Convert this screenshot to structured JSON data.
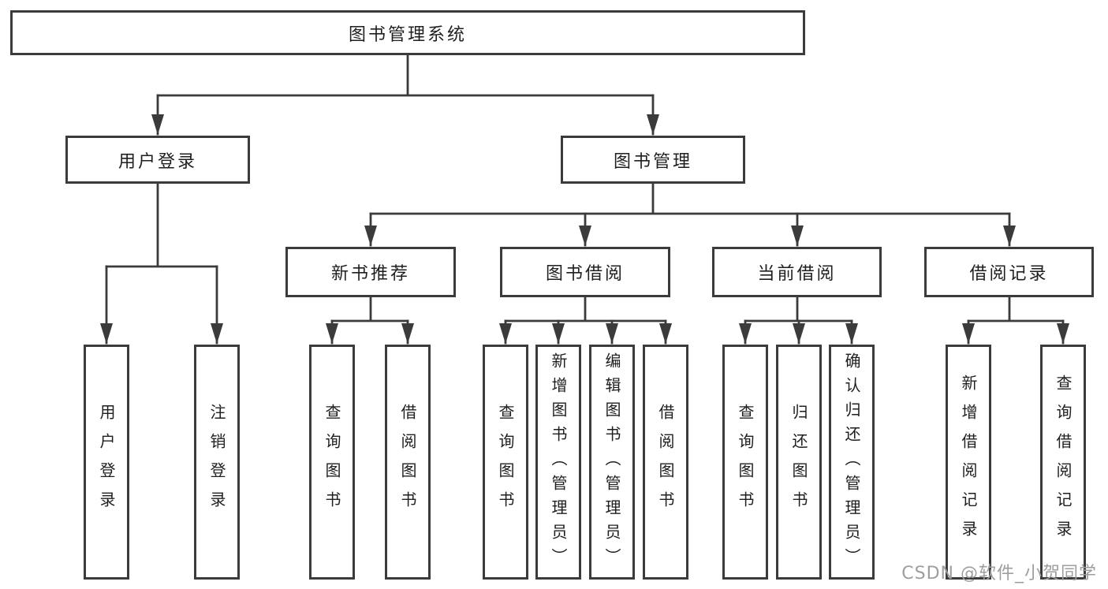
{
  "diagram": {
    "type": "tree",
    "title": "图书管理系统",
    "watermark": "CSDN @软件_小贺同学",
    "colors": {
      "line": "#3b3b3b",
      "box_border": "#3b3b3b",
      "text": "#1f1f1f",
      "background": "#ffffff",
      "watermark": "#9e9e9e"
    },
    "nodes": {
      "root": {
        "label": "图书管理系统"
      },
      "user_login": {
        "label": "用户登录"
      },
      "book_mgmt": {
        "label": "图书管理"
      },
      "new_book_rec": {
        "label": "新书推荐"
      },
      "book_borrow": {
        "label": "图书借阅"
      },
      "current_borrow": {
        "label": "当前借阅"
      },
      "borrow_records": {
        "label": "借阅记录"
      },
      "leaf_user_login": {
        "label": "用户登录"
      },
      "leaf_logout": {
        "label": "注销登录"
      },
      "leaf_query_book_1": {
        "label": "查询图书"
      },
      "leaf_borrow_book_1": {
        "label": "借阅图书"
      },
      "leaf_query_book_2": {
        "label": "查询图书"
      },
      "leaf_add_book": {
        "label": "新增图书（管理员）"
      },
      "leaf_edit_book": {
        "label": "编辑图书（管理员）"
      },
      "leaf_borrow_book_2": {
        "label": "借阅图书"
      },
      "leaf_query_book_3": {
        "label": "查询图书"
      },
      "leaf_return_book": {
        "label": "归还图书"
      },
      "leaf_confirm_return": {
        "label": "确认归还（管理员）"
      },
      "leaf_add_record": {
        "label": "新增借阅记录"
      },
      "leaf_query_record": {
        "label": "查询借阅记录"
      }
    },
    "hierarchy": [
      {
        "parent": "图书管理系统",
        "children": [
          "用户登录",
          "图书管理"
        ]
      },
      {
        "parent": "用户登录",
        "children": [
          "用户登录",
          "注销登录"
        ]
      },
      {
        "parent": "图书管理",
        "children": [
          "新书推荐",
          "图书借阅",
          "当前借阅",
          "借阅记录"
        ]
      },
      {
        "parent": "新书推荐",
        "children": [
          "查询图书",
          "借阅图书"
        ]
      },
      {
        "parent": "图书借阅",
        "children": [
          "查询图书",
          "新增图书（管理员）",
          "编辑图书（管理员）",
          "借阅图书"
        ]
      },
      {
        "parent": "当前借阅",
        "children": [
          "查询图书",
          "归还图书",
          "确认归还（管理员）"
        ]
      },
      {
        "parent": "借阅记录",
        "children": [
          "新增借阅记录",
          "查询借阅记录"
        ]
      }
    ]
  }
}
